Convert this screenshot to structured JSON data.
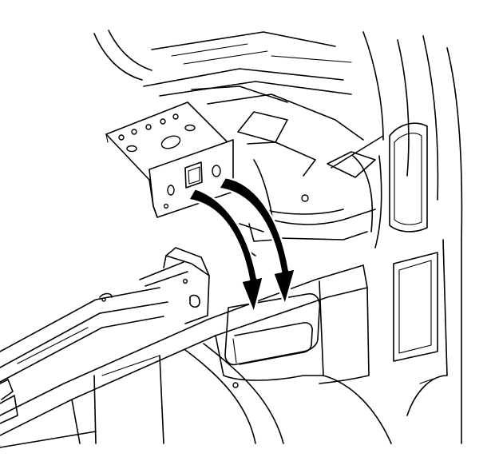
{
  "diagram": {
    "background_color": "#ffffff",
    "line_color": "#000000",
    "arrows": [
      {
        "name": "install-arrow-left",
        "direction": "down"
      },
      {
        "name": "install-arrow-right",
        "direction": "down"
      }
    ]
  }
}
